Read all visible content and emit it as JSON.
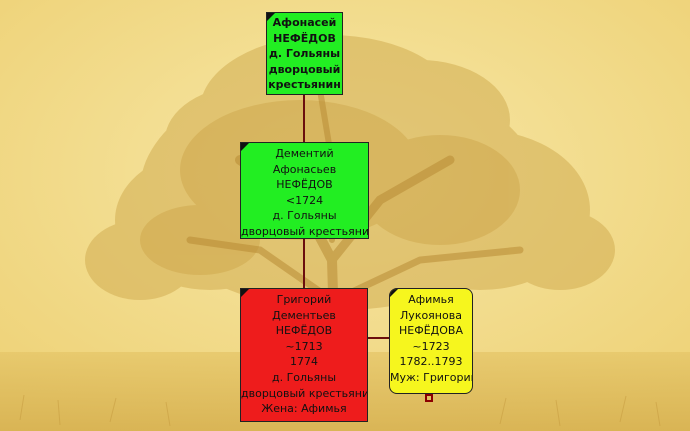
{
  "colors": {
    "direct_line": "#22ee22",
    "subject": "#ee1c1c",
    "spouse": "#f6f61e",
    "connector": "#6b0e0e",
    "background": "#f2dc86"
  },
  "people": [
    {
      "id": "afonasey",
      "role": "ancestor",
      "lines": [
        "Афонасей",
        "НЕФЁДОВ",
        "д. Гольяны",
        "дворцовый",
        "крестьянин"
      ]
    },
    {
      "id": "dementiy",
      "role": "ancestor",
      "lines": [
        "Дементий",
        "Афонасьев",
        "НЕФЁДОВ",
        "<1724",
        "д. Гольяны",
        "дворцовый крестьянин"
      ]
    },
    {
      "id": "grigoriy",
      "role": "subject",
      "lines": [
        "Григорий",
        "Дементьев",
        "НЕФЁДОВ",
        "~1713",
        "1774",
        "д. Гольяны",
        "дворцовый крестьянин",
        "Жена: Афимья"
      ]
    },
    {
      "id": "afimya",
      "role": "spouse",
      "lines": [
        "Афимья",
        "Лукоянова",
        "НЕФЁДОВА",
        "~1723",
        "1782..1793",
        "Муж: Григорий"
      ]
    }
  ]
}
